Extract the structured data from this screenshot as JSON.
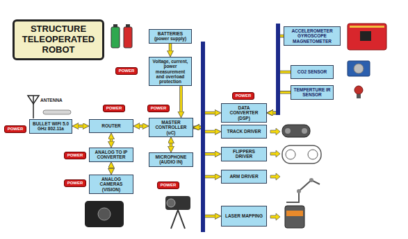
{
  "diagram": {
    "title": "STRUCTURE TELEOPERATED ROBOT",
    "nodes": [
      {
        "text": [
          "BATTERIES",
          "(power supply)"
        ]
      },
      {
        "text": [
          "POWER"
        ]
      },
      {
        "text": [
          "Voltage, current, power measurement and overload protection"
        ]
      },
      {
        "text": [
          "DATA CONVERTER (DSP)"
        ]
      },
      {
        "text": [
          "POWER"
        ]
      },
      {
        "text": [
          "ACCELEROMETER GYROSCOPE MAGNETOMETER"
        ]
      },
      {
        "text": [
          "CO2 SENSOR"
        ]
      },
      {
        "text": [
          "TEMPERTURE IR SENSOR"
        ]
      },
      {
        "text": [
          "POWER"
        ]
      },
      {
        "text": [
          "POWER"
        ]
      },
      {
        "text": [
          "POWER"
        ]
      },
      {
        "text": [
          "BULLET WIFI 5.0 GHz 802.11a"
        ]
      },
      {
        "text": [
          "ROUTER"
        ]
      },
      {
        "text": [
          "MASTER CONTROLLER (uC)"
        ]
      },
      {
        "text": [
          "TRACK DRIVER"
        ]
      },
      {
        "text": [
          "FLIPPERS DRIVER"
        ]
      },
      {
        "text": [
          "POWER"
        ]
      },
      {
        "text": [
          "ANALOG TO IP CONVERTER"
        ]
      },
      {
        "text": [
          "MICROPHONE (AUDIO IN)"
        ]
      },
      {
        "text": [
          "ARM DRIVER"
        ]
      },
      {
        "text": [
          "POWER"
        ]
      },
      {
        "text": [
          "ANALOG CAMERAS (VISION)"
        ]
      },
      {
        "text": [
          "POWER"
        ]
      },
      {
        "text": [
          "LASER MAPPING"
        ]
      }
    ],
    "edges": [
      {
        "from": 0,
        "to": 2,
        "arrow": "to"
      },
      {
        "from": 2,
        "to": 13,
        "arrow": "to"
      },
      {
        "from": 11,
        "to": 12,
        "arrow": "both"
      },
      {
        "from": 12,
        "to": 13,
        "arrow": "both"
      },
      {
        "from": 12,
        "to": 17,
        "arrow": "both"
      },
      {
        "from": 17,
        "to": 21,
        "arrow": "both"
      },
      {
        "from": 18,
        "to": 13,
        "arrow": "both"
      },
      {
        "from": 13,
        "to": 3,
        "arrow": "both"
      },
      {
        "from": 13,
        "to": 14,
        "arrow": "to"
      },
      {
        "from": 13,
        "to": 15,
        "arrow": "to"
      },
      {
        "from": 13,
        "to": 19,
        "arrow": "both"
      },
      {
        "from": 13,
        "to": 23,
        "arrow": "both"
      },
      {
        "from": 5,
        "to": 3,
        "arrow": "to"
      },
      {
        "from": 6,
        "to": 3,
        "arrow": "to"
      },
      {
        "from": 7,
        "to": 3,
        "arrow": "to"
      }
    ],
    "labels": [
      "ANTENNA"
    ]
  }
}
